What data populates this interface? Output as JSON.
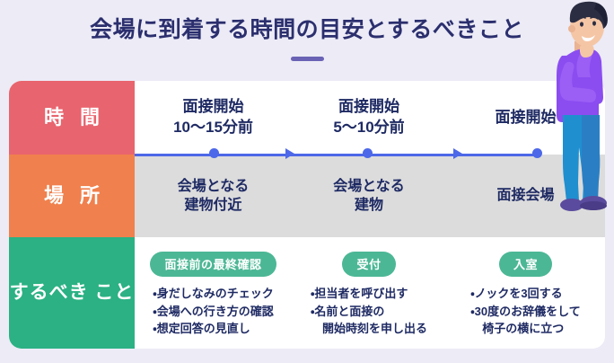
{
  "header": {
    "title": "会場に到着する時間の目安とするべきこと",
    "rule_color": "#6a62b4",
    "title_color": "#2b2f6e"
  },
  "background_color": "#ecebf6",
  "table": {
    "row_labels": [
      {
        "text": "時 間",
        "color": "#e8646e"
      },
      {
        "text": "場 所",
        "color": "#f0804d"
      },
      {
        "text": "するべき\nこと",
        "color": "#2bb183"
      }
    ],
    "columns": [
      {
        "time": "面接開始\n10〜15分前",
        "place": "会場となる\n建物付近",
        "badge": "面接前の最終確認",
        "bullets": "・身だしなみのチェック\n・会場への行き方の確認\n・想定回答の見直し"
      },
      {
        "time": "面接開始\n5〜10分前",
        "place": "会場となる\n建物",
        "badge": "受付",
        "bullets": "・担当者を呼び出す\n・名前と面接の\n　開始時刻を申し出る"
      },
      {
        "time": "面接開始",
        "place": "面接会場",
        "badge": "入室",
        "bullets": "・ノックを3回する\n・30度のお辞儀をして\n　椅子の横に立つ"
      }
    ],
    "place_row_bg": "#dcdcdc",
    "badge_color": "#4cb795",
    "text_color": "#1e2a63"
  },
  "timeline": {
    "color": "#4d68e8",
    "markers": [
      "dot",
      "arrow",
      "dot",
      "arrow",
      "dot"
    ]
  },
  "illustration": {
    "name": "thinking-man",
    "hair_color": "#2b2d42",
    "skin_color": "#f5c6a5",
    "shirt_color": "#8b4df0",
    "pants_color": "#1f8fd0",
    "shoe_color": "#5b4b9e"
  }
}
